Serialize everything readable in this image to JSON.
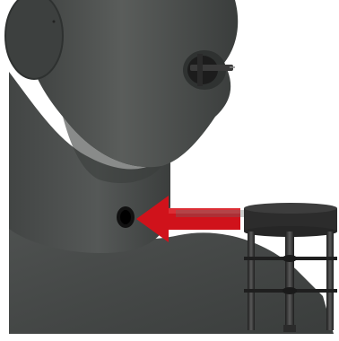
{
  "scene": {
    "subject": "mannequin-head-neck",
    "accessory": "mouth-simulator-fixture",
    "indicator": "red-arrow",
    "component": "cylindrical-stand",
    "colors": {
      "background": "#ffffff",
      "body": "#4a4d4c",
      "body_dark": "#2f3231",
      "body_light": "#6b6e6c",
      "arrow": "#d0121b",
      "metal": "#2b2b2b"
    }
  }
}
